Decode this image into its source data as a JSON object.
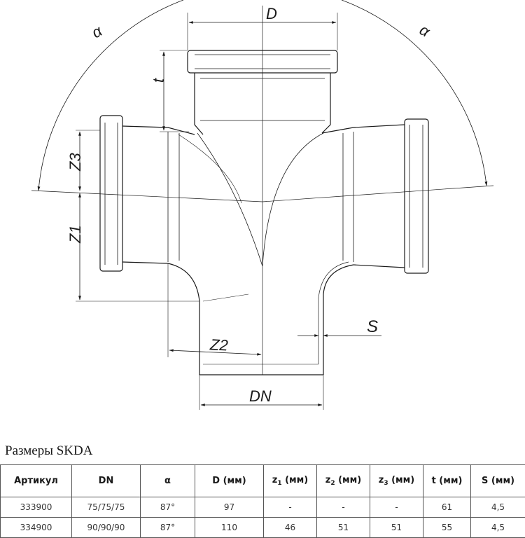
{
  "drawing": {
    "labels": {
      "D": "D",
      "t": "t",
      "alpha_left": "α",
      "alpha_right": "α",
      "z3": "Z3",
      "z1": "Z1",
      "z2": "Z2",
      "s": "S",
      "dn": "DN"
    }
  },
  "title": "Размеры SKDA",
  "table": {
    "headers": {
      "article": "Артикул",
      "dn": "DN",
      "alpha": "α",
      "d": "D (мм)",
      "z1_prefix": "z",
      "z1_sub": "1",
      "z1_suffix": " (мм)",
      "z2_prefix": "z",
      "z2_sub": "2",
      "z2_suffix": " (мм)",
      "z3_prefix": "z",
      "z3_sub": "3",
      "z3_suffix": " (мм)",
      "t": "t (мм)",
      "s": "S (мм)"
    },
    "rows": [
      {
        "article": "333900",
        "dn": "75/75/75",
        "alpha": "87°",
        "d": "97",
        "z1": "-",
        "z2": "-",
        "z3": "-",
        "t": "61",
        "s": "4,5"
      },
      {
        "article": "334900",
        "dn": "90/90/90",
        "alpha": "87°",
        "d": "110",
        "z1": "46",
        "z2": "51",
        "z3": "51",
        "t": "55",
        "s": "4,5"
      }
    ]
  }
}
